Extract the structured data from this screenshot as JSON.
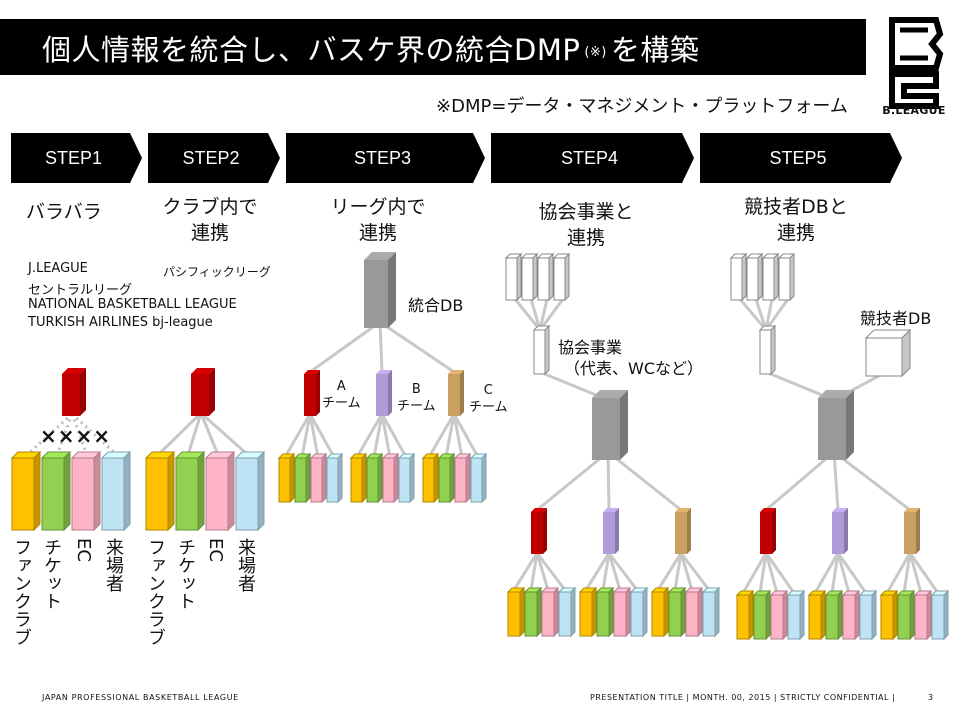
{
  "header": {
    "title_main": "個人情報を統合し、バスケ界の統合DMP",
    "title_note": "(※)",
    "title_tail": "を構築",
    "dmp_note": "※DMP=データ・マネジメント・プラットフォーム",
    "logo_text": "B.LEAGUE"
  },
  "steps": [
    {
      "label": "STEP1",
      "description": "バラバラ"
    },
    {
      "label": "STEP2",
      "description_line1": "クラブ内で",
      "description_line2": "連携"
    },
    {
      "label": "STEP3",
      "description_line1": "リーグ内で",
      "description_line2": "連携"
    },
    {
      "label": "STEP4",
      "description_line1": "協会事業と",
      "description_line2": "連携"
    },
    {
      "label": "STEP5",
      "description_line1": "競技者DBと",
      "description_line2": "連携"
    }
  ],
  "step1": {
    "examples": [
      "J.LEAGUE",
      "セントラルリーグ",
      "NATIONAL BASKETBALL LEAGUE",
      "TURKISH AIRLINES bj-league"
    ],
    "disconnected_marks": "××××",
    "systems": [
      "ファンクラブ",
      "チケット",
      "EC",
      "来場者"
    ]
  },
  "step2": {
    "example": "パシフィックリーグ",
    "systems": [
      "ファンクラブ",
      "チケット",
      "EC",
      "来場者"
    ]
  },
  "step3": {
    "db_label": "統合DB",
    "teams": [
      {
        "letter": "A",
        "suffix": "チーム"
      },
      {
        "letter": "B",
        "suffix": "チーム"
      },
      {
        "letter": "C",
        "suffix": "チーム"
      }
    ]
  },
  "step4": {
    "association_line1": "協会事業",
    "association_line2": "（代表、WCなど）"
  },
  "step5": {
    "athlete_db_label": "競技者DB"
  },
  "footer": {
    "left": "JAPAN PROFESSIONAL BASKETBALL LEAGUE",
    "right": "PRESENTATION TITLE  |  MONTH. 00, 2015  |  STRICTLY CONFIDENTIAL  |",
    "page": "3"
  },
  "colors": {
    "step_bg": "#000000",
    "club_db": "#c00000",
    "league_db": "#999999",
    "team_a": "#c00000",
    "team_b": "#b19cd9",
    "team_c": "#c9a061",
    "fanclub": "#ffc000",
    "ticket": "#92d050",
    "ec": "#ffb3c6",
    "visitor": "#bde3f5",
    "white_box": "#ffffff",
    "connector": "#bfbfbf"
  }
}
